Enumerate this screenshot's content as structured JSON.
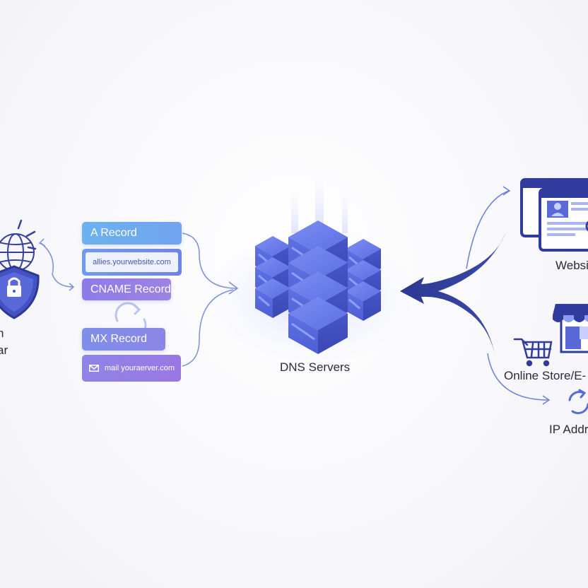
{
  "records": {
    "a_label": "A Record",
    "a_value": "allies.yourwebsite.com",
    "cname_label": "CNAME Record",
    "mx_label": "MX Record",
    "mx_value": "mail yourаerver.com"
  },
  "servers": {
    "label": "DNS Servers"
  },
  "destinations": {
    "website": "Websi",
    "store": "Online Store/E-",
    "ip": "IP Addr"
  },
  "registrar": {
    "line1": "n",
    "line2": "ar"
  },
  "colors": {
    "accent_dark": "#2f3c9e",
    "accent_mid": "#5865d6",
    "arrow_light": "#7b8ee0"
  },
  "icons": [
    "globe-icon",
    "shield-lock-icon",
    "refresh-icon",
    "envelope-icon",
    "server-stack-icon",
    "browser-window-icon",
    "shopping-cart-icon",
    "storefront-icon"
  ]
}
